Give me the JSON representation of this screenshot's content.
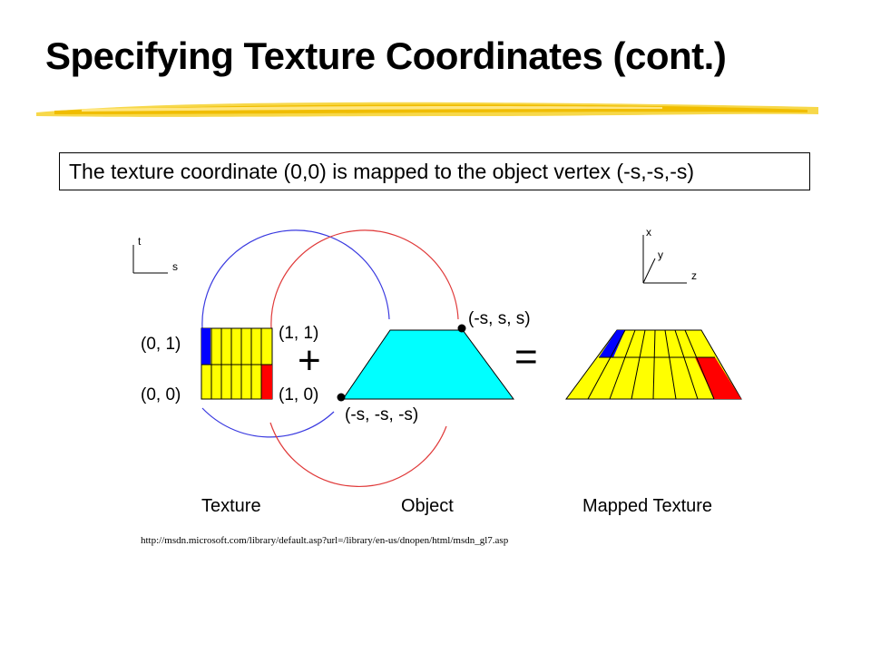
{
  "slide": {
    "title": "Specifying Texture Coordinates (cont.)",
    "caption": "The texture coordinate (0,0) is mapped to the object vertex (-s,-s,-s)",
    "source_url": "http://msdn.microsoft.com/library/default.asp?url=/library/en-us/dnopen/html/msdn_gl7.asp"
  },
  "diagram": {
    "texture_axes": {
      "vertical": "t",
      "horizontal": "s"
    },
    "object_axes": {
      "up": "x",
      "diagonal": "y",
      "horizontal": "z"
    },
    "texture_corners": {
      "top_left": "(0, 1)",
      "bottom_left": "(0, 0)",
      "top_right": "(1, 1)",
      "bottom_right": "(1, 0)"
    },
    "object_vertices": {
      "top_right": "(-s, s, s)",
      "bottom_left": "(-s, -s, -s)"
    },
    "operators": {
      "plus": "+",
      "equals": "="
    },
    "panel_labels": {
      "texture": "Texture",
      "object": "Object",
      "mapped": "Mapped Texture"
    },
    "colors": {
      "texture_yellow": "#ffff00",
      "marker_blue": "#0000ff",
      "marker_red": "#ff0000",
      "object_cyan": "#00ffff",
      "circle_blue": "#3a3ae0",
      "circle_red": "#e03a3a",
      "underline_gold": "#f2c200"
    }
  }
}
